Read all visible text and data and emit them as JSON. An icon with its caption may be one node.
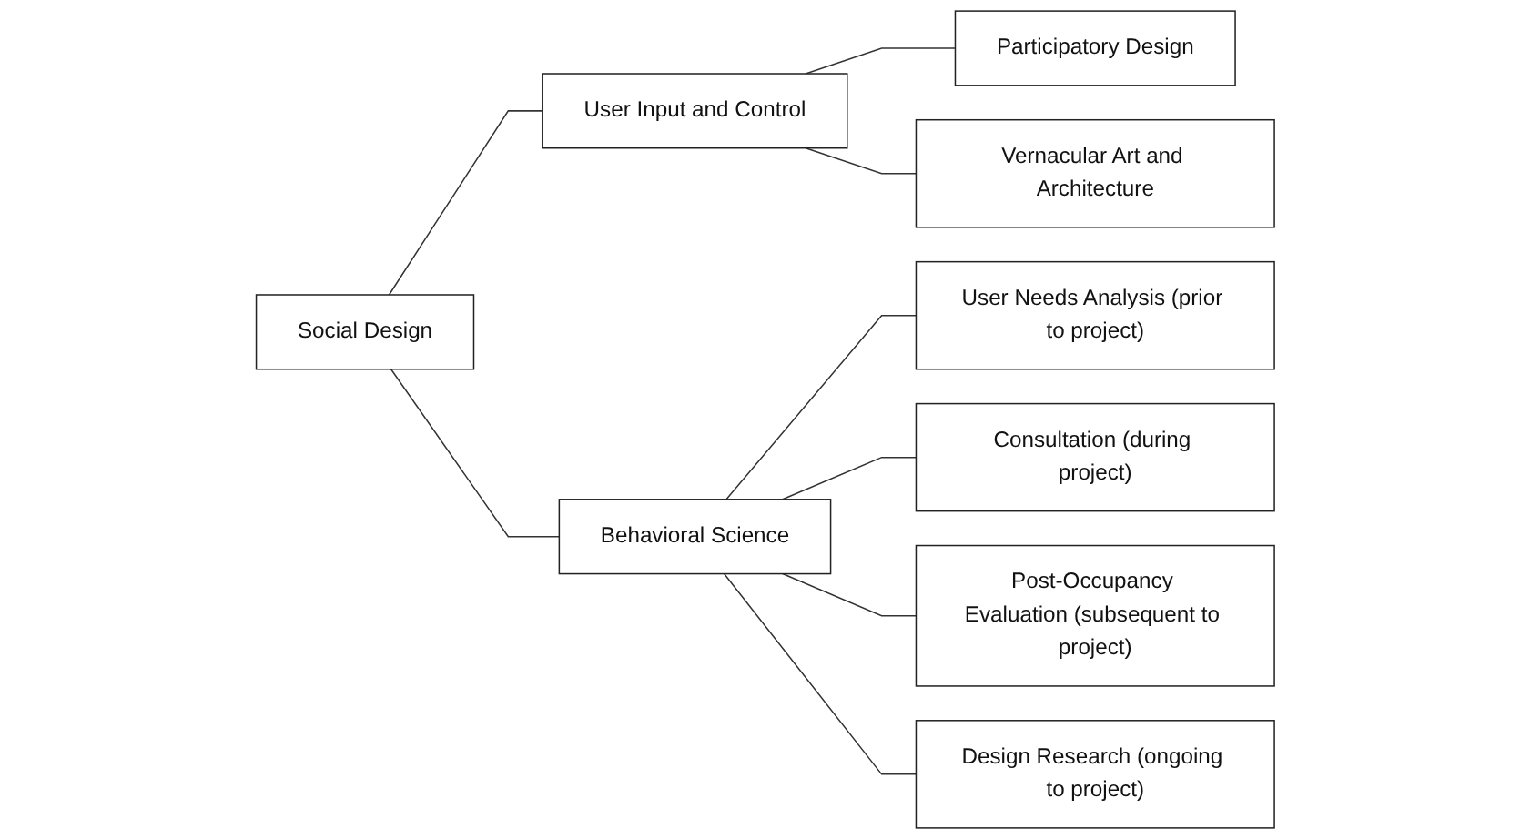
{
  "diagram": {
    "nodes": [
      {
        "text": [
          "Social Design"
        ]
      },
      {
        "text": [
          "User Input and Control"
        ]
      },
      {
        "text": [
          "Participatory Design"
        ]
      },
      {
        "text": [
          "Vernacular Art and Architecture"
        ]
      },
      {
        "text": [
          "Behavioral Science"
        ]
      },
      {
        "text": [
          "User Needs Analysis (prior to project)"
        ]
      },
      {
        "text": [
          "Consultation (during project)"
        ]
      },
      {
        "text": [
          "Post-Occupancy Evaluation (subsequent to project)"
        ]
      },
      {
        "text": [
          "Design Research (ongoing to project)"
        ]
      }
    ],
    "edges": [
      {
        "from": 0,
        "to": 1,
        "arrow": "none"
      },
      {
        "from": 0,
        "to": 4,
        "arrow": "none"
      },
      {
        "from": 1,
        "to": 2,
        "arrow": "none"
      },
      {
        "from": 1,
        "to": 3,
        "arrow": "none"
      },
      {
        "from": 4,
        "to": 5,
        "arrow": "none"
      },
      {
        "from": 4,
        "to": 6,
        "arrow": "none"
      },
      {
        "from": 4,
        "to": 7,
        "arrow": "none"
      },
      {
        "from": 4,
        "to": 8,
        "arrow": "none"
      }
    ]
  }
}
